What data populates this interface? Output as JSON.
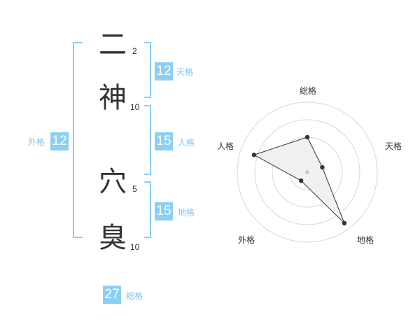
{
  "name": {
    "chars": [
      "二",
      "神",
      "穴",
      "臭"
    ],
    "strokes": [
      "2",
      "10",
      "5",
      "10"
    ]
  },
  "fortune": {
    "ten": {
      "value": "12",
      "label": "天格"
    },
    "jin": {
      "value": "15",
      "label": "人格"
    },
    "chi": {
      "value": "15",
      "label": "地格"
    },
    "gai": {
      "value": "12",
      "label": "外格"
    },
    "so": {
      "value": "27",
      "label": "総格"
    }
  },
  "radar": {
    "axes": [
      "総格",
      "天格",
      "地格",
      "外格",
      "人格"
    ],
    "levels": 4,
    "values": [
      2.0,
      0.9,
      3.6,
      0.6,
      3.2
    ],
    "max": 4,
    "colors": {
      "fill": "#efefef",
      "stroke": "#333333",
      "grid": "#d8d8d8",
      "accent": "#8ccff5"
    }
  }
}
